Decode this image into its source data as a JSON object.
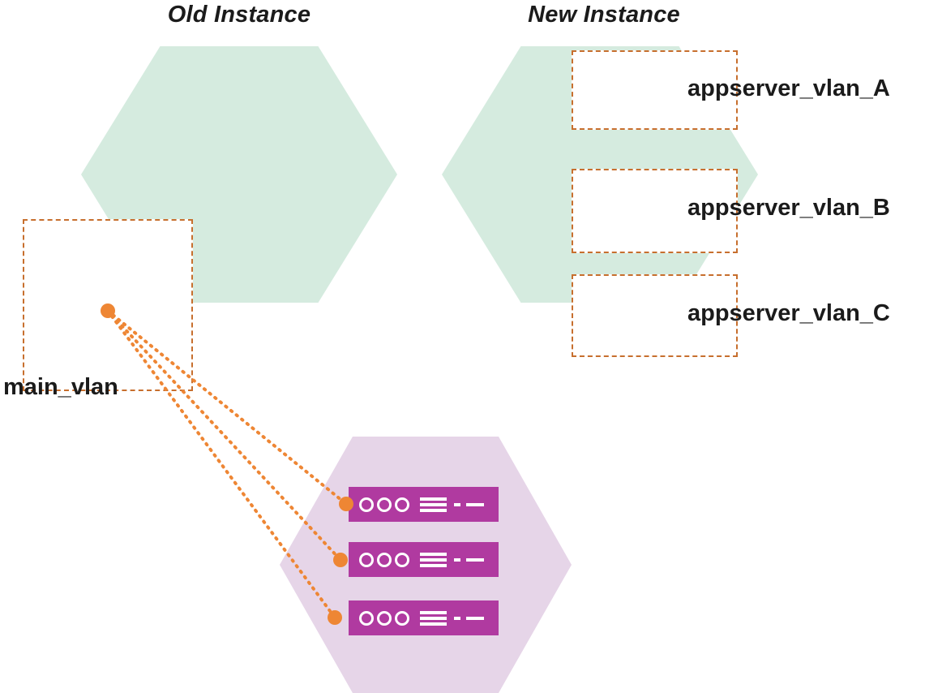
{
  "titles": {
    "old": "Old Instance",
    "new": "New Instance"
  },
  "labels": {
    "main_vlan": "main_vlan",
    "vlan_a": "appserver_vlan_A",
    "vlan_b": "appserver_vlan_B",
    "vlan_c": "appserver_vlan_C"
  },
  "icons": {
    "server_leds": "three-ring-indicator-lights",
    "server_menu": "list-lines-icon",
    "server_dash_dot": "dash-dot-line-icon",
    "connection_dot": "orange-endpoint-dot"
  },
  "colors": {
    "hexagon_green": "#d5ebdf",
    "hexagon_purple": "#e6d5e8",
    "server_fill": "#b03aa0",
    "orange_accent": "#ee8634",
    "dashed_border": "#c76f2e",
    "text_color": "#1b1b1b"
  }
}
